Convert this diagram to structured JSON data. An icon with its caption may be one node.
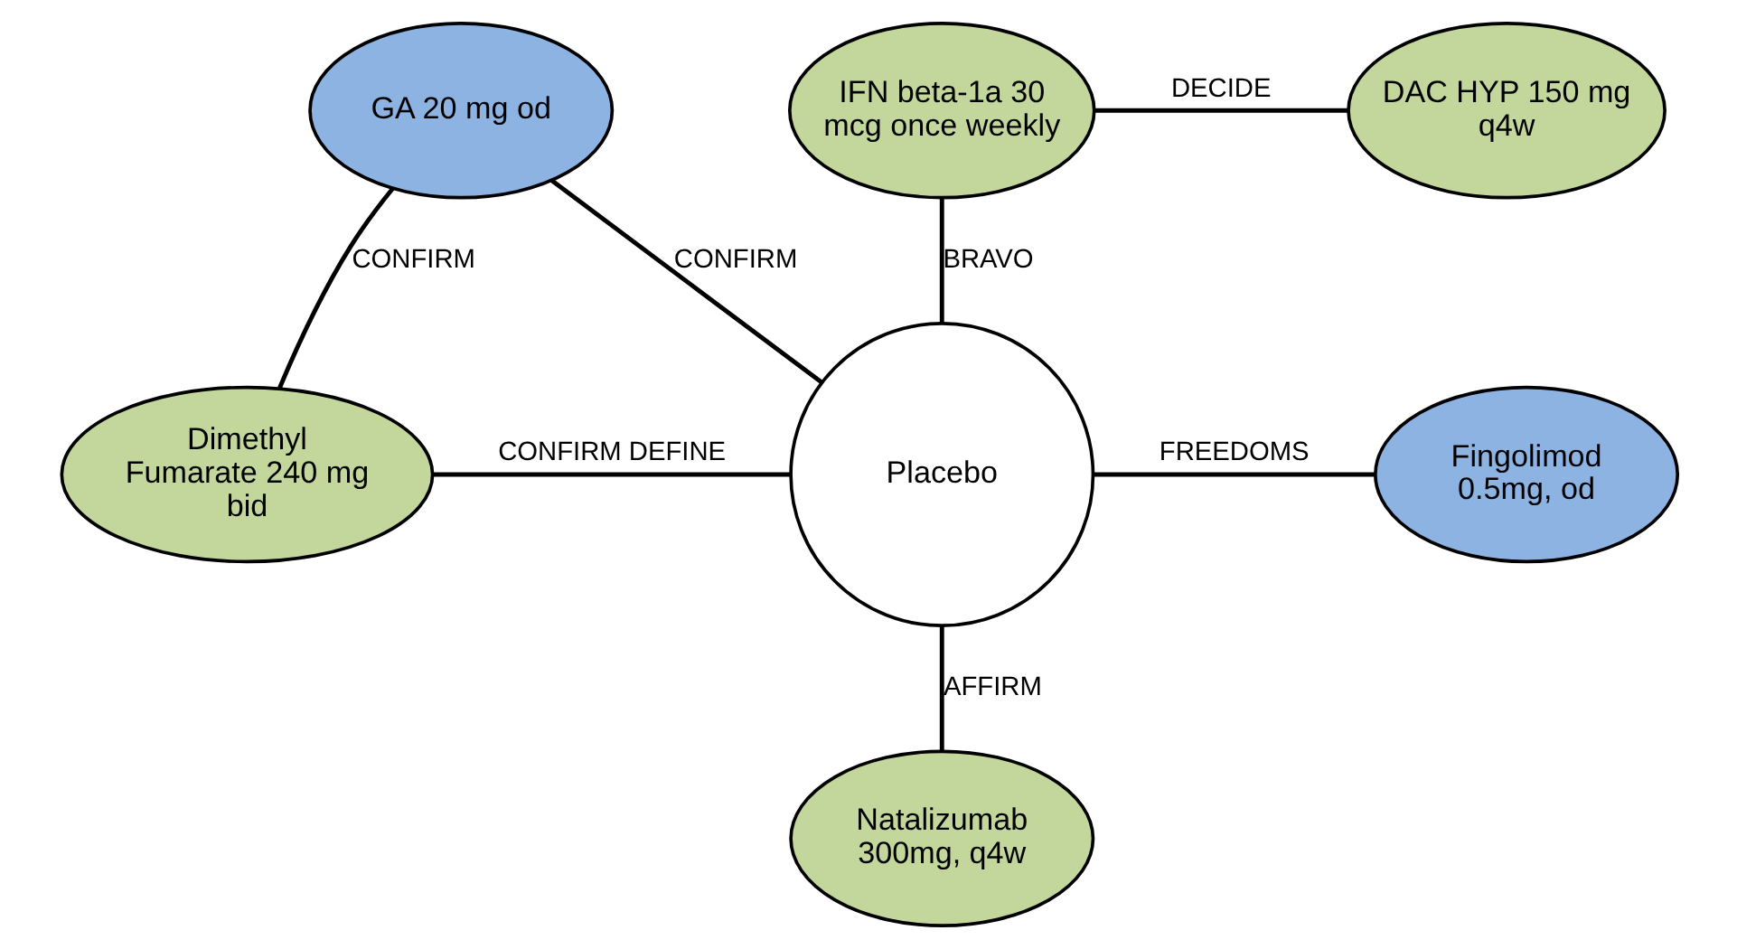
{
  "diagram": {
    "nodes": [
      {
        "text": [
          "GA 20 mg od"
        ]
      },
      {
        "text": [
          "IFN beta-1a 30 mcg once weekly"
        ]
      },
      {
        "text": [
          "DAC HYP 150 mg q4w"
        ]
      },
      {
        "text": [
          "Dimethyl Fumarate 240 mg bid"
        ]
      },
      {
        "text": [
          "Placebo"
        ]
      },
      {
        "text": [
          "Fingolimod 0.5mg, od"
        ]
      },
      {
        "text": [
          "Natalizumab 300mg, q4w"
        ]
      }
    ],
    "edges": [
      {
        "from": 1,
        "to": 2,
        "arrow": "none",
        "label": "DECIDE"
      },
      {
        "from": 0,
        "to": 3,
        "arrow": "none",
        "label": "CONFIRM"
      },
      {
        "from": 0,
        "to": 4,
        "arrow": "none",
        "label": "CONFIRM"
      },
      {
        "from": 1,
        "to": 4,
        "arrow": "none",
        "label": "BRAVO"
      },
      {
        "from": 3,
        "to": 4,
        "arrow": "none",
        "label": "CONFIRM DEFINE"
      },
      {
        "from": 4,
        "to": 5,
        "arrow": "none",
        "label": "FREEDOMS"
      },
      {
        "from": 4,
        "to": 6,
        "arrow": "none",
        "label": "AFFIRM"
      }
    ]
  }
}
